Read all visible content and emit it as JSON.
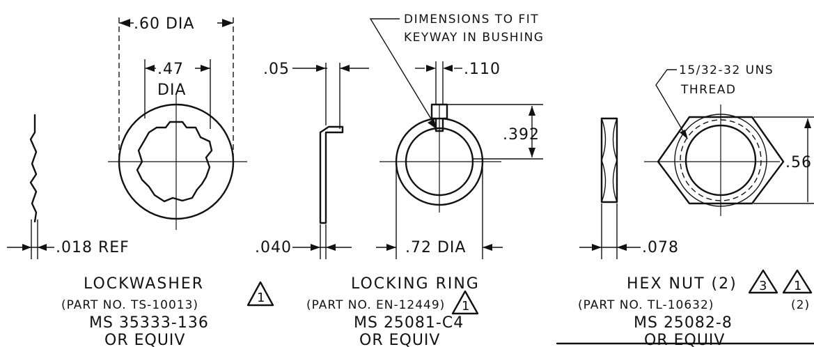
{
  "lockwasher": {
    "dim_od": ".60 DIA",
    "dim_id": ".47",
    "dim_id_dia": "DIA",
    "dim_thickness": ".018 REF",
    "title": "LOCKWASHER",
    "part": "(PART NO. TS-10013)",
    "spec": "MS 35333-136",
    "equiv": "OR EQUIV",
    "rev": "1"
  },
  "locking_ring": {
    "note_line1": "DIMENSIONS TO FIT",
    "note_line2": "KEYWAY IN BUSHING",
    "dim_tab_height": ".05",
    "dim_tab_width": ".110",
    "dim_key_height": ".392",
    "dim_thickness": ".040",
    "dim_od": ".72 DIA",
    "title": "LOCKING RING",
    "part": "(PART NO. EN-12449)",
    "spec": "MS 25081-C4",
    "equiv": "OR EQUIV",
    "rev": "1"
  },
  "hex_nut": {
    "thread_line1": "15/32-32 UNS",
    "thread_line2": "THREAD",
    "dim_flats": ".56",
    "dim_thickness": ".078",
    "title": "HEX NUT (2)",
    "part": "(PART NO. TL-10632)",
    "part_qty": "(2)",
    "spec": "MS 25082-8",
    "equiv": "OR EQUIV",
    "rev_a": "3",
    "rev_b": "1"
  }
}
